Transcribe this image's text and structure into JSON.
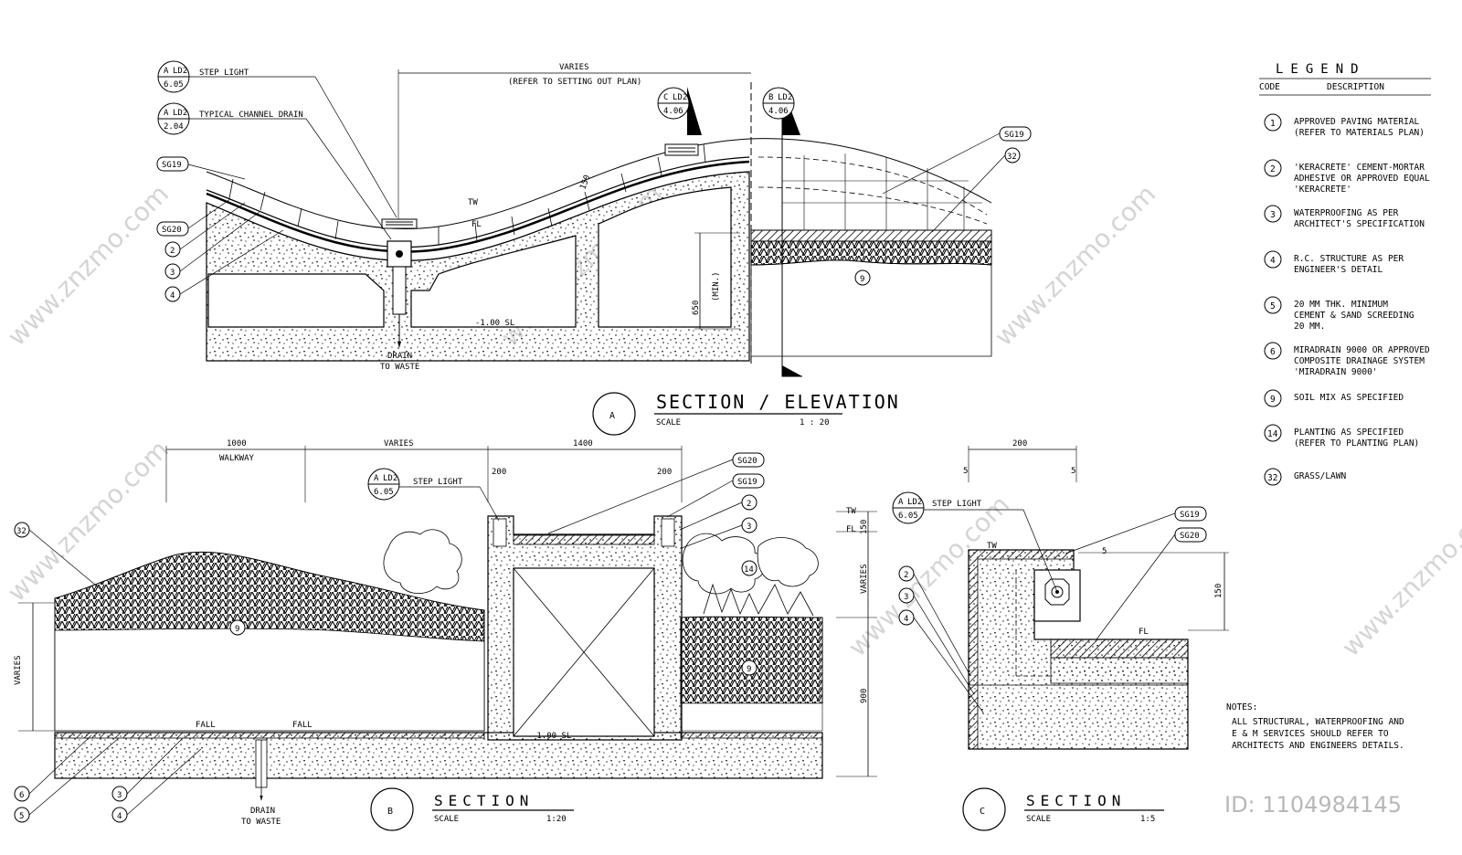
{
  "sections": {
    "a": {
      "marker": "A",
      "title": "SECTION / ELEVATION",
      "scale_label": "SCALE",
      "scale": "1 : 20",
      "callouts": {
        "step_light": {
          "ref": "A",
          "sheet": "LD2",
          "page": "6.05",
          "label": "STEP LIGHT"
        },
        "channel_drain": {
          "ref": "A",
          "sheet": "LD2",
          "page": "2.04",
          "label": "TYPICAL CHANNEL DRAIN"
        },
        "cut_c": {
          "ref": "C",
          "sheet": "LD2",
          "page": "4.06"
        },
        "cut_b": {
          "ref": "B",
          "sheet": "LD2",
          "page": "4.06"
        }
      },
      "dims": {
        "varies": "VARIES",
        "varies_note": "(REFER TO SETTING OUT PLAN)",
        "thickness": "150",
        "height": "650",
        "height_note": "(MIN.)"
      },
      "levels": {
        "tw": "TW",
        "fl": "FL",
        "sl": "-1.00 SL"
      },
      "drain": [
        "DRAIN",
        "TO WASTE"
      ],
      "tags": {
        "sg19": "SG19",
        "sg20": "SG20",
        "n2": "2",
        "n3": "3",
        "n4": "4",
        "n9": "9",
        "n32": "32",
        "sg19b": "SG19"
      }
    },
    "b": {
      "marker": "B",
      "title": "SECTION",
      "scale_label": "SCALE",
      "scale": "1:20",
      "dims": {
        "walkway_w": "1000",
        "walkway": "WALKWAY",
        "varies": "VARIES",
        "wall_w": "1400",
        "cap_l": "200",
        "cap_r": "200",
        "h_top": "150",
        "h_varies": "VARIES",
        "h_base": "900",
        "left_varies": "VARIES"
      },
      "callouts": {
        "step_light": {
          "ref": "A",
          "sheet": "LD2",
          "page": "6.05",
          "label": "STEP LIGHT"
        }
      },
      "levels": {
        "tw": "TW",
        "fl": "FL",
        "sl": "-1.00 SL",
        "fall_l": "FALL",
        "fall_r": "FALL"
      },
      "drain": [
        "DRAIN",
        "TO WASTE"
      ],
      "tags": {
        "sg20": "SG20",
        "sg19": "SG19",
        "n2": "2",
        "n3": "3",
        "n14": "14",
        "n9": "9",
        "n9b": "9",
        "n32": "32",
        "n6": "6",
        "n5": "5",
        "n3b": "3",
        "n4": "4"
      }
    },
    "c": {
      "marker": "C",
      "title": "SECTION",
      "scale_label": "SCALE",
      "scale": "1:5",
      "dims": {
        "w": "200",
        "d5a": "5",
        "d5b": "5",
        "d5c": "5",
        "h": "150"
      },
      "callouts": {
        "step_light": {
          "ref": "A",
          "sheet": "LD2",
          "page": "6.05",
          "label": "STEP LIGHT"
        }
      },
      "levels": {
        "tw": "TW",
        "fl": "FL"
      },
      "tags": {
        "sg19": "SG19",
        "sg20": "SG20",
        "n2": "2",
        "n3": "3",
        "n4": "4"
      }
    }
  },
  "legend": {
    "title": "LEGEND",
    "col_code": "CODE",
    "col_desc": "DESCRIPTION",
    "items": [
      {
        "code": "1",
        "lines": [
          "APPROVED PAVING MATERIAL",
          "(REFER TO MATERIALS PLAN)"
        ]
      },
      {
        "code": "2",
        "lines": [
          "'KERACRETE' CEMENT-MORTAR",
          "ADHESIVE OR APPROVED EQUAL",
          "'KERACRETE'"
        ]
      },
      {
        "code": "3",
        "lines": [
          "WATERPROOFING AS PER",
          "ARCHITECT'S SPECIFICATION"
        ]
      },
      {
        "code": "4",
        "lines": [
          "R.C. STRUCTURE AS PER",
          "ENGINEER'S DETAIL"
        ]
      },
      {
        "code": "5",
        "lines": [
          "20 MM THK. MINIMUM",
          "CEMENT & SAND SCREEDING",
          "20 MM."
        ]
      },
      {
        "code": "6",
        "lines": [
          "MIRADRAIN 9000 OR APPROVED",
          "COMPOSITE DRAINAGE SYSTEM",
          "'MIRADRAIN 9000'"
        ]
      },
      {
        "code": "9",
        "lines": [
          "SOIL MIX AS SPECIFIED"
        ]
      },
      {
        "code": "14",
        "lines": [
          "PLANTING AS SPECIFIED",
          "(REFER TO PLANTING PLAN)"
        ]
      },
      {
        "code": "32",
        "lines": [
          "GRASS/LAWN"
        ]
      }
    ]
  },
  "notes": {
    "title": "NOTES:",
    "lines": [
      "ALL STRUCTURAL, WATERPROOFING AND",
      "E & M SERVICES SHOULD REFER TO",
      "ARCHITECTS AND ENGINEERS DETAILS."
    ]
  },
  "watermark": {
    "text": "www.znzmo.com",
    "id": "ID: 1104984145"
  }
}
